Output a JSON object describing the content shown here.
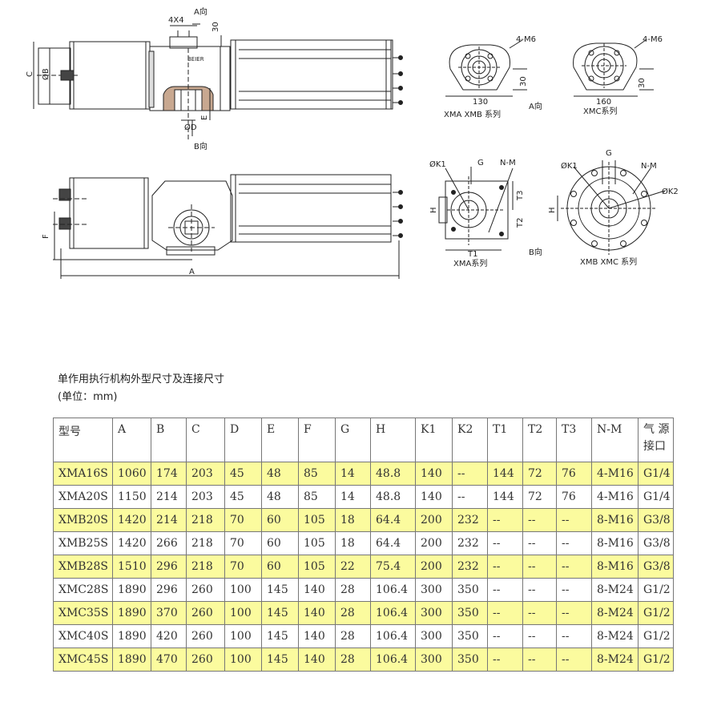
{
  "drawing": {
    "views": {
      "top": {
        "dim_4x4": "4X4",
        "dim_30": "30",
        "dir_a": "A向",
        "dir_b": "B向",
        "dim_c": "C",
        "dim_b": "ØB",
        "dim_d": "ØD",
        "dim_e": "E",
        "brand": "BEIER"
      },
      "side": {
        "dim_f": "F",
        "dim_a": "A"
      },
      "flange_xma_xmb": {
        "bolt": "4-M6",
        "width": "130",
        "height": "30",
        "label": "XMA  XMB 系列",
        "dir": "A向"
      },
      "flange_xmc": {
        "bolt": "4-M6",
        "width": "160",
        "height": "30",
        "label": "XMC系列"
      },
      "bview_xma": {
        "k1": "ØK1",
        "g": "G",
        "nm": "N-M",
        "h": "H",
        "t1": "T1",
        "t2": "T2",
        "t3": "T3",
        "label": "XMA系列",
        "dir": "B向"
      },
      "bview_xmb_xmc": {
        "k1": "ØK1",
        "g": "G",
        "nm": "N-M",
        "k2": "ØK2",
        "h": "H",
        "label": "XMB  XMC 系列"
      }
    }
  },
  "table_title": "单作用执行机构外型尺寸及连接尺寸",
  "table_unit": "(单位：mm)",
  "table": {
    "headers": [
      "型号",
      "A",
      "B",
      "C",
      "D",
      "E",
      "F",
      "G",
      "H",
      "K1",
      "K2",
      "T1",
      "T2",
      "T3",
      "N-M",
      "气 源 接口"
    ],
    "rows": [
      {
        "cells": [
          "XMA16S",
          "1060",
          "174",
          "203",
          "45",
          "48",
          "85",
          "14",
          "48.8",
          "140",
          "--",
          "144",
          "72",
          "76",
          "4-M16",
          "G1/4"
        ],
        "highlight": true
      },
      {
        "cells": [
          "XMA20S",
          "1150",
          "214",
          "203",
          "45",
          "48",
          "85",
          "14",
          "48.8",
          "140",
          "--",
          "144",
          "72",
          "76",
          "4-M16",
          "G1/4"
        ],
        "highlight": false
      },
      {
        "cells": [
          "XMB20S",
          "1420",
          "214",
          "218",
          "70",
          "60",
          "105",
          "18",
          "64.4",
          "200",
          "232",
          "--",
          "--",
          "--",
          "8-M16",
          "G3/8"
        ],
        "highlight": true
      },
      {
        "cells": [
          "XMB25S",
          "1420",
          "266",
          "218",
          "70",
          "60",
          "105",
          "18",
          "64.4",
          "200",
          "232",
          "--",
          "--",
          "--",
          "8-M16",
          "G3/8"
        ],
        "highlight": false
      },
      {
        "cells": [
          "XMB28S",
          "1510",
          "296",
          "218",
          "70",
          "60",
          "105",
          "22",
          "75.4",
          "200",
          "232",
          "--",
          "--",
          "--",
          "8-M16",
          "G3/8"
        ],
        "highlight": true
      },
      {
        "cells": [
          "XMC28S",
          "1890",
          "296",
          "260",
          "100",
          "145",
          "140",
          "28",
          "106.4",
          "300",
          "350",
          "--",
          "--",
          "--",
          "8-M24",
          "G1/2"
        ],
        "highlight": false
      },
      {
        "cells": [
          "XMC35S",
          "1890",
          "370",
          "260",
          "100",
          "145",
          "140",
          "28",
          "106.4",
          "300",
          "350",
          "--",
          "--",
          "--",
          "8-M24",
          "G1/2"
        ],
        "highlight": true
      },
      {
        "cells": [
          "XMC40S",
          "1890",
          "420",
          "260",
          "100",
          "145",
          "140",
          "28",
          "106.4",
          "300",
          "350",
          "--",
          "--",
          "--",
          "8-M24",
          "G1/2"
        ],
        "highlight": false
      },
      {
        "cells": [
          "XMC45S",
          "1890",
          "470",
          "260",
          "100",
          "145",
          "140",
          "28",
          "106.4",
          "300",
          "350",
          "--",
          "--",
          "--",
          "8-M24",
          "G1/2"
        ],
        "highlight": true
      }
    ]
  }
}
